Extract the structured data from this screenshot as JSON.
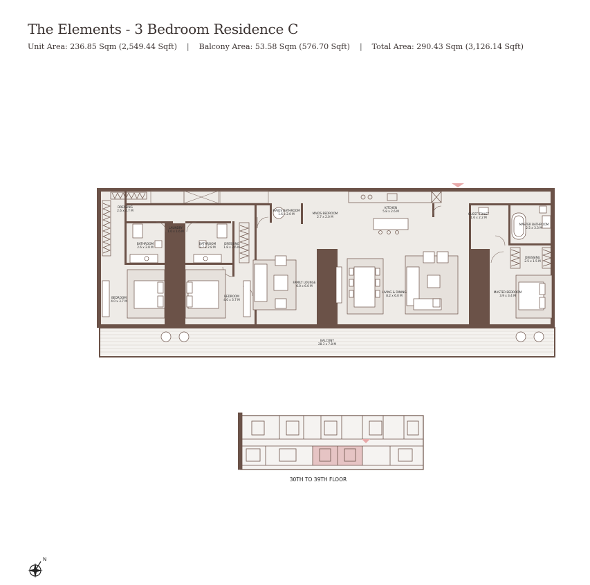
{
  "header": {
    "title": "The Elements - 3 Bedroom Residence C",
    "unit_area": "Unit Area: 236.85 Sqm (2,549.44 Sqft)",
    "balcony_area": "Balcony Area: 53.58 Sqm (576.70 Sqft)",
    "total_area": "Total Area: 290.43 Sqm (3,126.14 Sqft)",
    "separator": "|"
  },
  "rooms": {
    "dressing_left": {
      "name": "DRESSING",
      "dim": "2.6 x 4.7 M"
    },
    "laundry": {
      "name": "LAUNDRY",
      "dim": "1.0 x 1.6 M"
    },
    "bathroom_1": {
      "name": "BATHROOM",
      "dim": "2.6 x 2.8 M"
    },
    "bathroom_2": {
      "name": "BATHROOM",
      "dim": "2.7 x 2.8 M"
    },
    "dressing_mid": {
      "name": "DRESSING",
      "dim": "1.8 x 2.6 M"
    },
    "bedroom_1": {
      "name": "BEDROOM",
      "dim": "4.0 x 3.7 M"
    },
    "bedroom_2": {
      "name": "BEDROOM",
      "dim": "4.0 x 3.7 M"
    },
    "maids_bathroom": {
      "name": "MAIDS BATHROOM",
      "dim": "1.6 x 2.0 M"
    },
    "maids_bedroom": {
      "name": "MAIDS BEDROOM",
      "dim": "2.7 x 2.0 M"
    },
    "kitchen": {
      "name": "KITCHEN",
      "dim": "5.8 x 2.6 M"
    },
    "family_lounge": {
      "name": "FAMILY LOUNGE",
      "dim": "6.0 x 6.0 M"
    },
    "living_dining": {
      "name": "LIVING & DINING",
      "dim": "8.2 x 6.0 M"
    },
    "guest_toilet": {
      "name": "GUEST TOILET",
      "dim": "1.6 x 2.2 M"
    },
    "master_bathroom": {
      "name": "MASTER BATHROOM",
      "dim": "2.5 x 3.3 M"
    },
    "dressing_right": {
      "name": "DRESSING",
      "dim": "2.5 x 1.5 M"
    },
    "master_bedroom": {
      "name": "MASTER BEDROOM",
      "dim": "3.9 x 3.4 M"
    },
    "balcony": {
      "name": "BALCONY",
      "dim": "28.3 x 7.8 M"
    }
  },
  "key_plan": {
    "caption": "30TH TO 39TH FLOOR"
  },
  "compass": {
    "north_label": "N"
  },
  "colors": {
    "wall": "#6b5248",
    "floor": "#eeebe7",
    "marker": "#e8a9a9",
    "highlight": "#e6c4c4",
    "text": "#3a3230"
  }
}
